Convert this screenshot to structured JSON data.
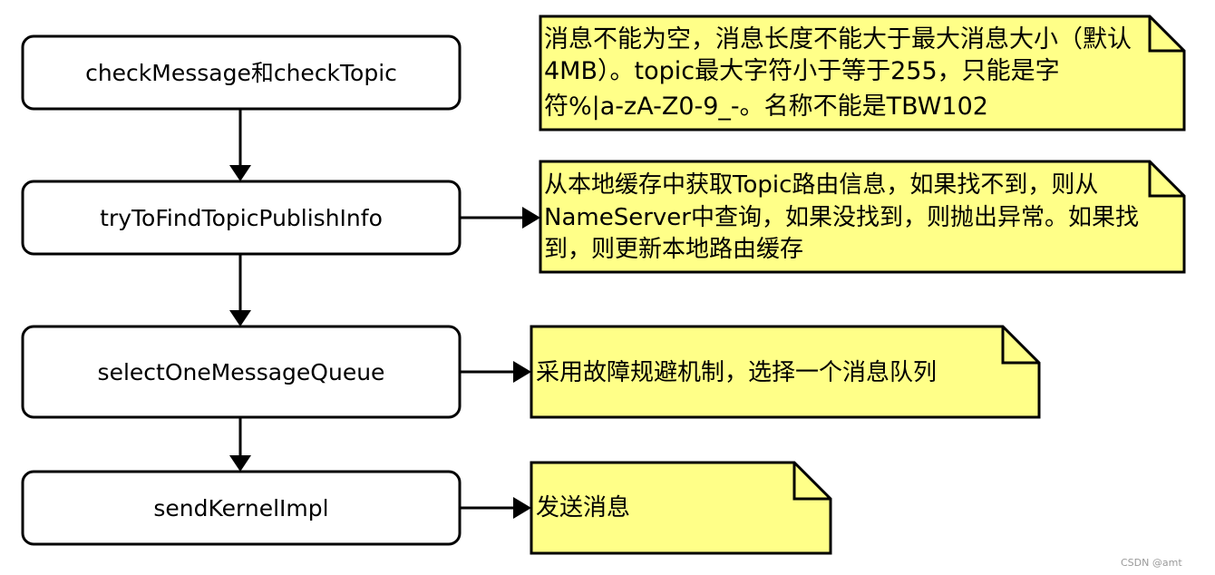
{
  "colors": {
    "note_fill": "#ffff88",
    "stroke": "#000000",
    "box_fill": "#ffffff"
  },
  "steps": [
    {
      "label": "checkMessage和checkTopic"
    },
    {
      "label": "tryToFindTopicPublishInfo"
    },
    {
      "label": "selectOneMessageQueue"
    },
    {
      "label": "sendKernelImpl"
    }
  ],
  "notes": [
    {
      "lines": [
        "消息不能为空，消息长度不能大于最大消息大小（默认",
        "4MB）。topic最大字符小于等于255，只能是字",
        "符%|a-zA-Z0-9_-。名称不能是TBW102"
      ]
    },
    {
      "lines": [
        "从本地缓存中获取Topic路由信息，如果找不到，则从",
        "NameServer中查询，如果没找到，则抛出异常。如果找",
        "到，则更新本地路由缓存"
      ]
    },
    {
      "lines": [
        "采用故障规避机制，选择一个消息队列"
      ]
    },
    {
      "lines": [
        "发送消息"
      ]
    }
  ],
  "watermark": "CSDN @amt"
}
